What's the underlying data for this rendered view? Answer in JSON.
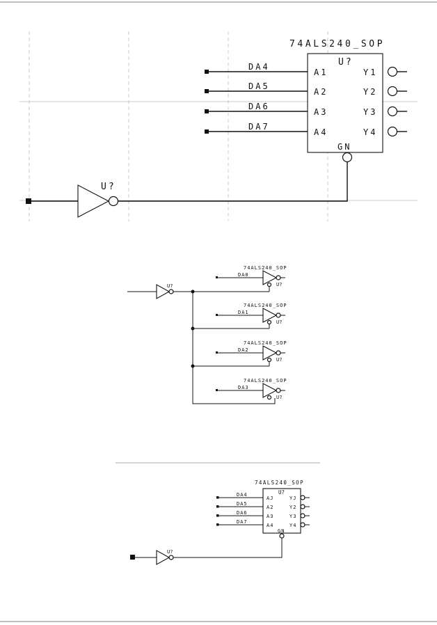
{
  "diagram1": {
    "chip_name": "74ALS240_SOP",
    "chip_ref": "U?",
    "inputs": [
      {
        "signal": "DA4",
        "pin": "A1"
      },
      {
        "signal": "DA5",
        "pin": "A2"
      },
      {
        "signal": "DA6",
        "pin": "A3"
      },
      {
        "signal": "DA7",
        "pin": "A4"
      }
    ],
    "outputs": [
      "Y1",
      "Y2",
      "Y3",
      "Y4"
    ],
    "enable_pin": "GN",
    "inverter_ref": "U?"
  },
  "diagram2": {
    "inverter_ref": "U?",
    "gates": [
      {
        "chip_name": "74ALS240_SOP",
        "signal": "DA0",
        "ref": "U?"
      },
      {
        "chip_name": "74ALS240_SOP",
        "signal": "DA1",
        "ref": "U?"
      },
      {
        "chip_name": "74ALS240_SOP",
        "signal": "DA2",
        "ref": "U?"
      },
      {
        "chip_name": "74ALS240_SOP",
        "signal": "DA3",
        "ref": "U?"
      }
    ]
  },
  "diagram3": {
    "chip_name": "74ALS240_SOP",
    "chip_ref": "U?",
    "inputs": [
      {
        "signal": "DA4",
        "pin": "AJ"
      },
      {
        "signal": "DA5",
        "pin": "A2"
      },
      {
        "signal": "DA6",
        "pin": "A3"
      },
      {
        "signal": "DA7",
        "pin": "A4"
      }
    ],
    "outputs": [
      "YJ",
      "Y2",
      "Y3",
      "Y4"
    ],
    "enable_pin": "GN",
    "inverter_ref": "U?"
  }
}
